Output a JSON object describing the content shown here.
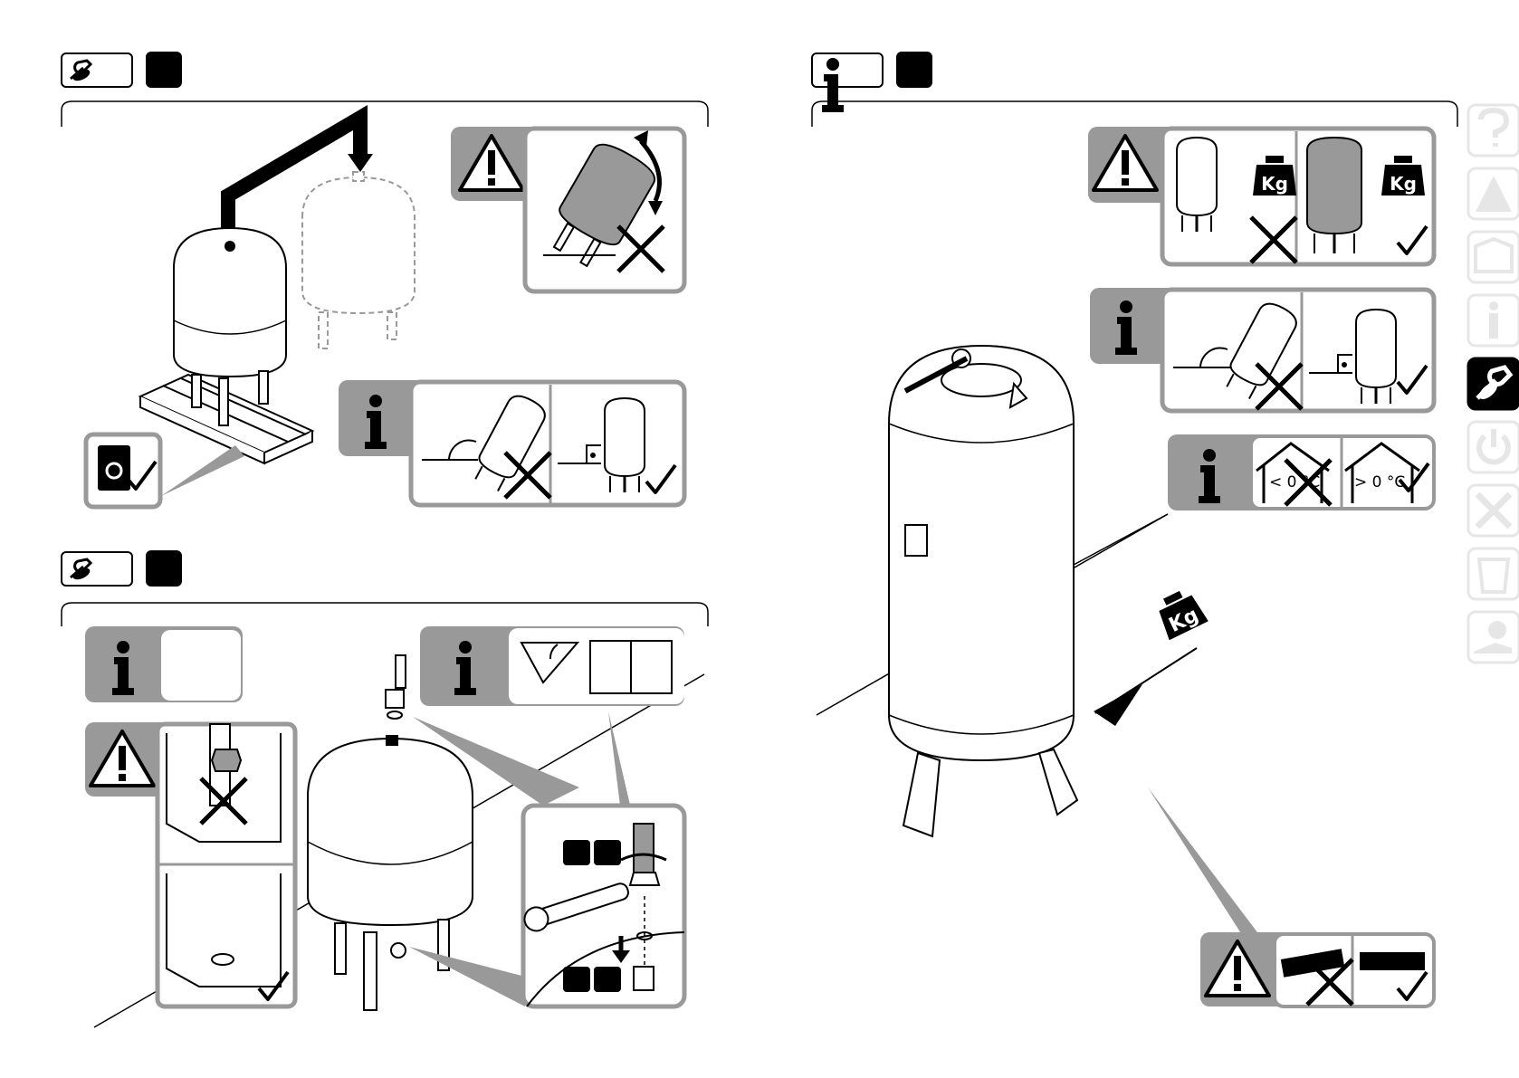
{
  "page": {
    "background": "#ffffff",
    "colors": {
      "panel_gray": "#999999",
      "ink": "#000000",
      "sidebar_inactive": "#e6e6e6",
      "sidebar_active": "#000000"
    }
  },
  "sections": [
    {
      "id": "tool-section-1",
      "header_icon": "wrench-icon",
      "step_box": "black-square"
    },
    {
      "id": "tool-section-2",
      "header_icon": "wrench-icon",
      "step_box": "black-square"
    },
    {
      "id": "info-section",
      "header_icon": "info-icon",
      "step_box": "black-square"
    }
  ],
  "labels": {
    "kg": "Kg",
    "temp_below": "< 0 °C",
    "temp_above": "> 0 °C"
  },
  "sidebar": {
    "tabs": [
      {
        "icon": "question-icon",
        "active": false
      },
      {
        "icon": "warning-icon",
        "active": false
      },
      {
        "icon": "box-icon",
        "active": false
      },
      {
        "icon": "info-icon",
        "active": false
      },
      {
        "icon": "wrench-icon",
        "active": true
      },
      {
        "icon": "power-icon",
        "active": false
      },
      {
        "icon": "tools-icon",
        "active": false
      },
      {
        "icon": "trash-icon",
        "active": false
      },
      {
        "icon": "service-icon",
        "active": false
      }
    ]
  }
}
